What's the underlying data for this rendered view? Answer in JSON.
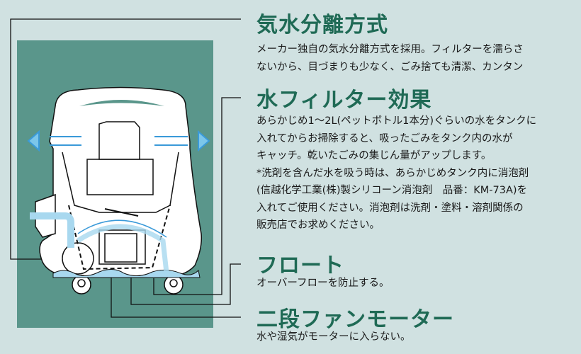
{
  "sections": [
    {
      "title": "気水分離方式",
      "lines": [
        "メーカー独自の気水分離方式を採用。フィルターを濡らさ",
        "ないから、目づまりも少なく、ごみ捨ても清潔、カンタン"
      ]
    },
    {
      "title": "水フィルター効果",
      "lines": [
        "あらかじめ1～2L(ペットボトル1本分)ぐらいの水をタンクに",
        "入れてからお掃除すると、吸ったごみをタンク内の水が",
        "キャッチ。乾いたごみの集じん量がアップします。",
        "*洗剤を含んだ水を吸う時は、あらかじめタンク内に消泡剤",
        "(信越化学工業(株)製シリコーン消泡剤　品番：KM-73A)を",
        "入れてご使用ください。消泡剤は洗剤・塗料・溶剤関係の",
        "販売店でお求めください。"
      ]
    },
    {
      "title": "フロート",
      "lines": [
        "オーバーフローを防止する。"
      ]
    },
    {
      "title": "二段ファンモーター",
      "lines": [
        "水や湿気がモーターに入らない。"
      ]
    }
  ],
  "colors": {
    "background": "#d0e1e1",
    "panel": "#5a968b",
    "heading": "#1f6a55",
    "water": "#3a9ad9"
  }
}
